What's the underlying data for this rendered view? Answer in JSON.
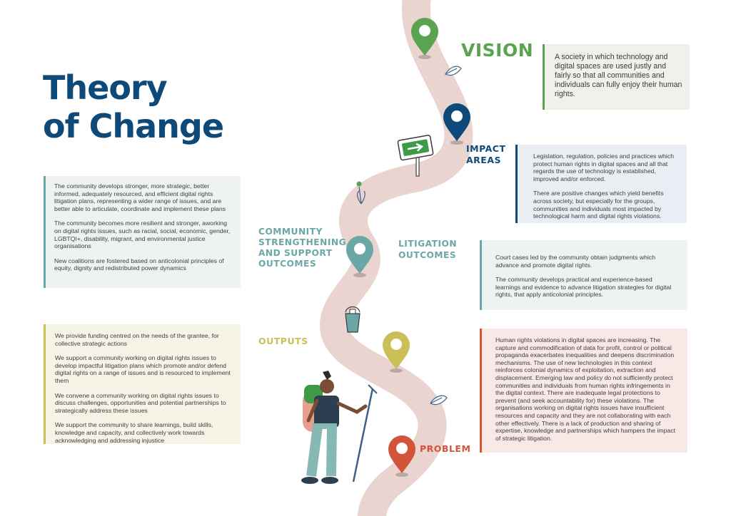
{
  "title": {
    "line1": "Theory",
    "line2": "of Change"
  },
  "colors": {
    "path": "#e9d4cf",
    "vision": "#5aa351",
    "impact": "#0d4a7a",
    "community": "#6aa7a6",
    "litigation": "#6aa7a6",
    "outputs": "#cbbf57",
    "problem": "#d2553b"
  },
  "vision": {
    "label": "VISION",
    "text": "A society in which technology and digital spaces are used justly and fairly so that all communities and individuals can fully enjoy their human rights."
  },
  "impact": {
    "label_line1": "IMPACT",
    "label_line2": "AREAS",
    "paragraphs": [
      "Legislation, regulation, policies and practices which protect human rights in digital spaces and all that regards the use of technology is established, improved and/or enforced.",
      "There are positive changes which yield benefits across society, but especially for the groups, communities and individuals most impacted by technological harm and digital rights violations."
    ]
  },
  "community": {
    "label_line1": "COMMUNITY",
    "label_line2": "STRENGTHENING",
    "label_line3": "AND SUPPORT",
    "label_line4": "OUTCOMES",
    "paragraphs": [
      "The community develops stronger, more strategic, better informed, adequately resourced, and efficient digital rights litigation plans, representing a wider range of issues, and are better able to articulate, coordinate and implement these plans",
      "The community becomes more resilient and stronger, aworking on digital rights issues, such as racial, social, economic, gender, LGBTQI+, disability, migrant, and environmental justice organisations",
      "New coalitions are fostered based on anticolonial principles of equity, dignity and redistributed power dynamics"
    ]
  },
  "litigation": {
    "label_line1": "LITIGATION",
    "label_line2": "OUTCOMES",
    "paragraphs": [
      "Court cases led by the community obtain judgments which advance and promote digital rights.",
      "The community develops practical and experience-based learnings and evidence to advance litigation strategies for digital rights, that apply anticolonial principles."
    ]
  },
  "outputs": {
    "label": "OUTPUTS",
    "paragraphs": [
      "We provide funding centred on the needs of the grantee, for collective strategic actions",
      "We support a community working on digital rights issues to develop impactful litigation plans which promote and/or defend digital rights on a range of issues and is resourced to implement them",
      "We convene a community working on digital rights issues to discuss challenges, opportunities and potential partnerships to strategically address these issues",
      "We support the community to share learnings, build skills, knowledge and capacity, and collectively work towards acknowledging and addressing injustice"
    ]
  },
  "problem": {
    "label": "PROBLEM",
    "text": "Human rights violations in digital spaces are increasing. The capture and commodification of data for profit, control or political propaganda exacerbates inequalities and deepens discrimination mechanisms. The use of new technologies in this context reinforces colonial dynamics of exploitation, extraction and displacement. Emerging law and policy do not sufficiently protect communities and individuals from human rights infringements in the digital context. There are inadequate legal protections to prevent (and seek accountability for) these violations. The organisations working on digital rights issues have insufficient resources and capacity and they are not collaborating with each other effectively. There is a lack of production and sharing of expertise, knowledge and partnerships which hampers the impact of strategic litigation."
  }
}
